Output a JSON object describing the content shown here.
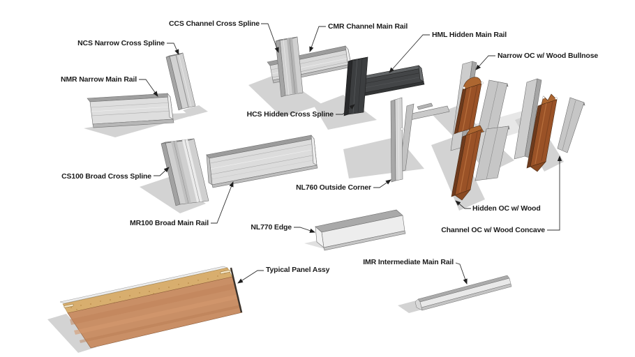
{
  "diagram": {
    "title": "Extrusion and panel system parts diagram",
    "background_color": "#ffffff",
    "labels": [
      {
        "id": "ccs",
        "text": "CCS Channel Cross Spline"
      },
      {
        "id": "ncs",
        "text": "NCS Narrow Cross Spline"
      },
      {
        "id": "nmr",
        "text": "NMR Narrow Main Rail"
      },
      {
        "id": "cmr",
        "text": "CMR Channel Main Rail"
      },
      {
        "id": "hml",
        "text": "HML Hidden Main Rail"
      },
      {
        "id": "hcs",
        "text": "HCS Hidden Cross Spline"
      },
      {
        "id": "narrow_oc",
        "text": "Narrow OC w/ Wood Bullnose"
      },
      {
        "id": "cs100",
        "text": "CS100 Broad Cross Spline"
      },
      {
        "id": "mr100",
        "text": "MR100 Broad Main Rail"
      },
      {
        "id": "nl760",
        "text": "NL760 Outside Corner"
      },
      {
        "id": "hidden_oc",
        "text": "Hidden OC w/ Wood"
      },
      {
        "id": "channel_oc",
        "text": "Channel OC w/ Wood Concave"
      },
      {
        "id": "nl770",
        "text": "NL770 Edge"
      },
      {
        "id": "panel",
        "text": "Typical Panel Assy"
      },
      {
        "id": "imr",
        "text": "IMR Intermediate Main Rail"
      }
    ],
    "materials": {
      "aluminum_light": "#dcdcdc",
      "aluminum_mid": "#a8a8a8",
      "aluminum_dark": "#8d8d8d",
      "dark_finish_front": "#434547",
      "dark_finish_side": "#28292b",
      "wood_face": "#9a5227",
      "wood_edge": "#6e3a1d",
      "wood_top": "#ad6630",
      "panel_core": "#d8ae6e",
      "panel_veneer": "#c98f66",
      "panel_backer": "#ececec",
      "panel_edgeband": "#3a332c",
      "shadow": "#c9c9c9",
      "label_text": "#1c1c1c",
      "leader_line": "#2f2f2f"
    }
  }
}
